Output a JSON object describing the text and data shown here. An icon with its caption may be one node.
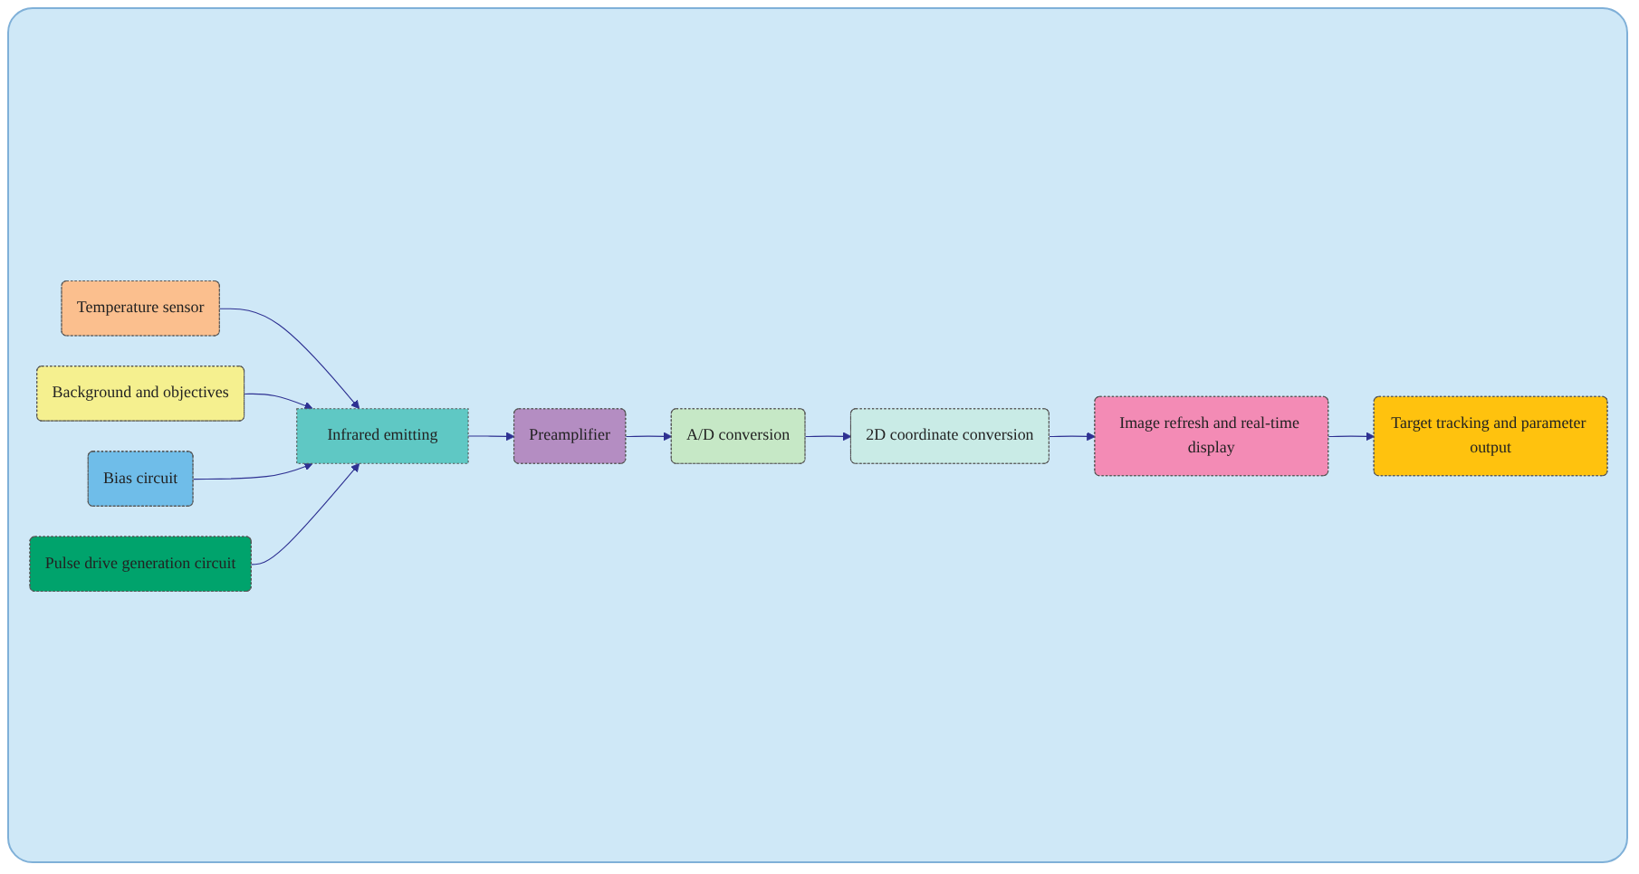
{
  "diagram": {
    "nodes": [
      {
        "text": [
          "Temperature sensor"
        ]
      },
      {
        "text": [
          "Background and objectives"
        ]
      },
      {
        "text": [
          "Infrared emitting"
        ]
      },
      {
        "text": [
          "Preamplifier"
        ]
      },
      {
        "text": [
          "A/D conversion"
        ]
      },
      {
        "text": [
          "Target tracking and parameter output"
        ]
      },
      {
        "text": [
          "Bias circuit"
        ]
      },
      {
        "text": [
          "Pulse drive generation circuit"
        ]
      },
      {
        "text": [
          "2D coordinate conversion"
        ]
      },
      {
        "text": [
          "Image refresh and real-time display"
        ]
      }
    ],
    "edges": [
      {
        "from": 0,
        "to": 2,
        "arrow": "to"
      },
      {
        "from": 1,
        "to": 2,
        "arrow": "to"
      },
      {
        "from": 2,
        "to": 3,
        "arrow": "to"
      },
      {
        "from": 3,
        "to": 4,
        "arrow": "to"
      },
      {
        "from": 4,
        "to": 8,
        "arrow": "to"
      },
      {
        "from": 8,
        "to": 9,
        "arrow": "to"
      },
      {
        "from": 9,
        "to": 5,
        "arrow": "to"
      },
      {
        "from": 6,
        "to": 2,
        "arrow": "to"
      },
      {
        "from": 7,
        "to": 2,
        "arrow": "to"
      }
    ]
  }
}
